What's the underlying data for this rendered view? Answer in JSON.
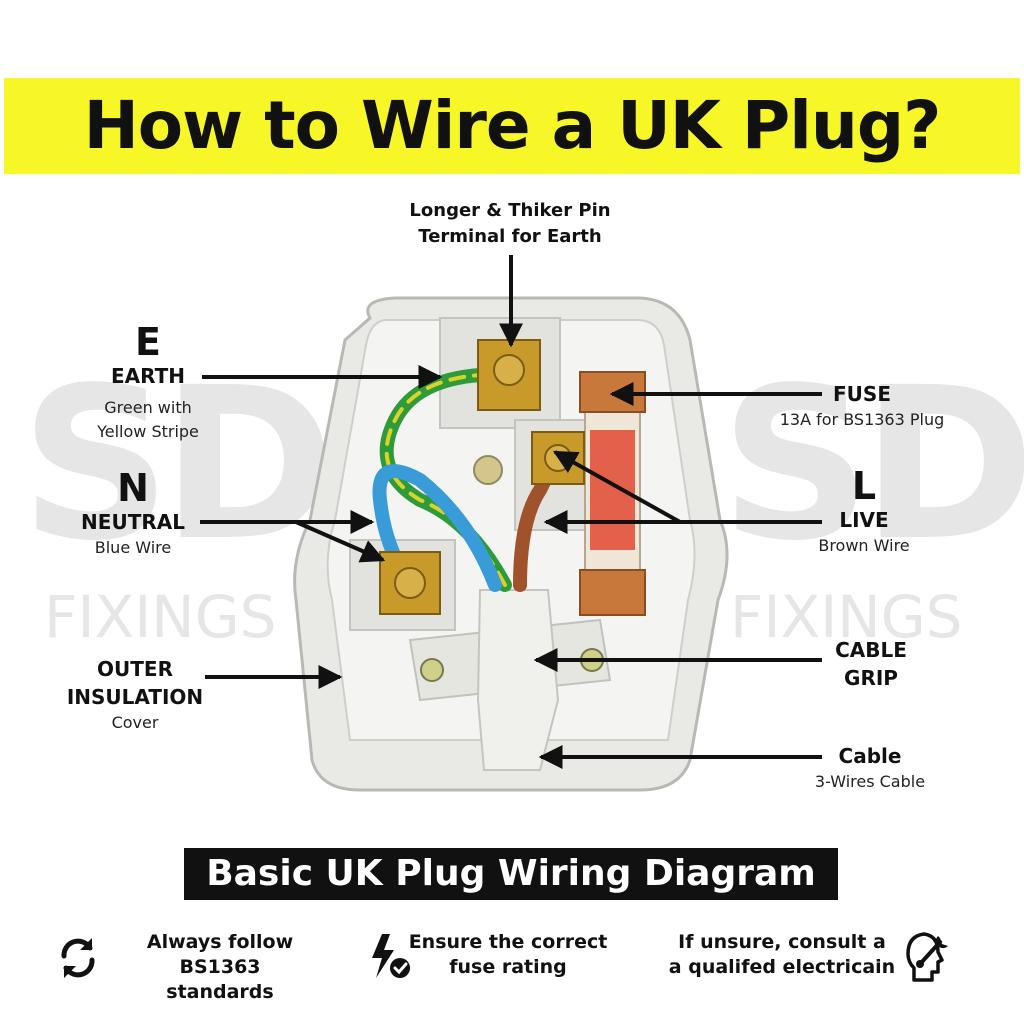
{
  "title": "How to Wire a UK Plug?",
  "watermark": {
    "brand_left": "SD",
    "brand_right": "SD",
    "fixings": "FIXINGS"
  },
  "labels": {
    "earth_pin": {
      "line1": "Longer & Thiker Pin",
      "line2": "Terminal for Earth"
    },
    "earth": {
      "letter": "E",
      "name": "EARTH",
      "desc1": "Green with",
      "desc2": "Yellow Stripe"
    },
    "neutral": {
      "letter": "N",
      "name": "NEUTRAL",
      "desc": "Blue Wire"
    },
    "outer": {
      "line1": "OUTER",
      "line2": "INSULATION",
      "desc": "Cover"
    },
    "fuse": {
      "name": "FUSE",
      "desc": "13A for BS1363 Plug"
    },
    "live": {
      "letter": "L",
      "name": "LIVE",
      "desc": "Brown Wire"
    },
    "cable_grip": {
      "line1": "CABLE",
      "line2": "GRIP"
    },
    "cable": {
      "name": "Cable",
      "desc": "3-Wires Cable"
    }
  },
  "caption": "Basic UK Plug Wiring Diagram",
  "tips": [
    {
      "icon": "refresh-icon",
      "line1": "Always follow BS1363",
      "line2": "standards"
    },
    {
      "icon": "lightning-check-icon",
      "line1": "Ensure the correct",
      "line2": "fuse rating"
    },
    {
      "icon": "electrician-wrench-icon",
      "line1": "If unsure, consult a",
      "line2": "a qualifed electricain"
    }
  ],
  "colors": {
    "banner": "#f7f728",
    "earth_wire": "#2e9a3a",
    "neutral_wire": "#3a9bd9",
    "live_wire": "#a0522d",
    "terminal": "#c89a2a"
  }
}
